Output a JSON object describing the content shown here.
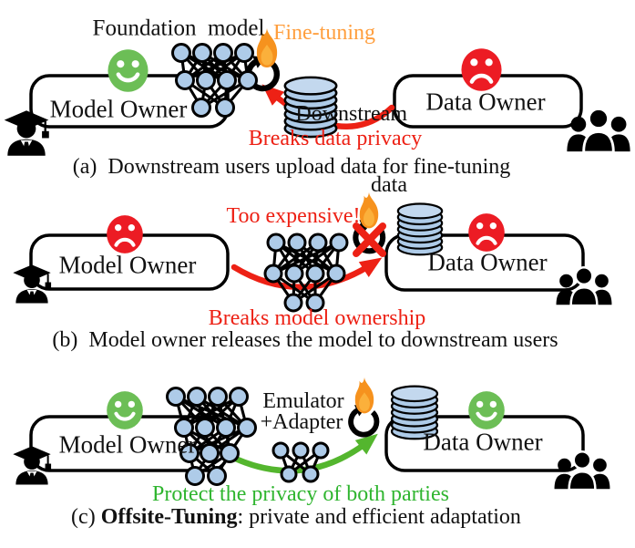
{
  "figure": {
    "panels": [
      {
        "label": "(a)  ",
        "caption": "Downstream users upload data for fine-tuning",
        "model_owner": "Model Owner",
        "data_owner": "Data Owner",
        "foundation_model": "Foundation  model",
        "fine_tuning": "Fine-tuning",
        "downstream_line1": "Downstream",
        "downstream_line2": "data",
        "warning": "Breaks data privacy"
      },
      {
        "label": "(b)  ",
        "caption": "Model owner releases the model to downstream users",
        "model_owner": "Model Owner",
        "data_owner": "Data Owner",
        "too_expensive": "Too expensive!",
        "warning": "Breaks model ownership"
      },
      {
        "label": "(c) ",
        "caption_bold": "Offsite-Tuning",
        "caption": ": private and efficient adaptation",
        "model_owner": "Model Owner",
        "data_owner": "Data Owner",
        "emulator_line1": "Emulator",
        "emulator_line2": "+Adapter",
        "protect": "Protect the privacy of both parties"
      }
    ]
  },
  "icons": {
    "happy_face": "green smiley face",
    "sad_face": "red frowning face",
    "fire": "orange flame (training cost)",
    "refresh": "black circular fine-tuning arrow",
    "cross": "red X — training forbidden",
    "database": "blue stacked-disk database",
    "neural_network": "blue-node neural network",
    "emulator_network": "small blue-node network (emulator+adapter)",
    "graduate": "black graduate silhouette (model owner)",
    "user_group": "black group of users (data owner)"
  },
  "colors": {
    "node_blue": "#AECBE8",
    "face_green": "#6CBE56",
    "face_red": "#EC1C24",
    "warning_red": "#ED2115",
    "fine_tuning_orange": "#FF9E3D",
    "flame_orange": "#F6921E",
    "protect_green": "#2FB52F",
    "arrow_green": "#54B62E",
    "outline_black": "#000000"
  }
}
